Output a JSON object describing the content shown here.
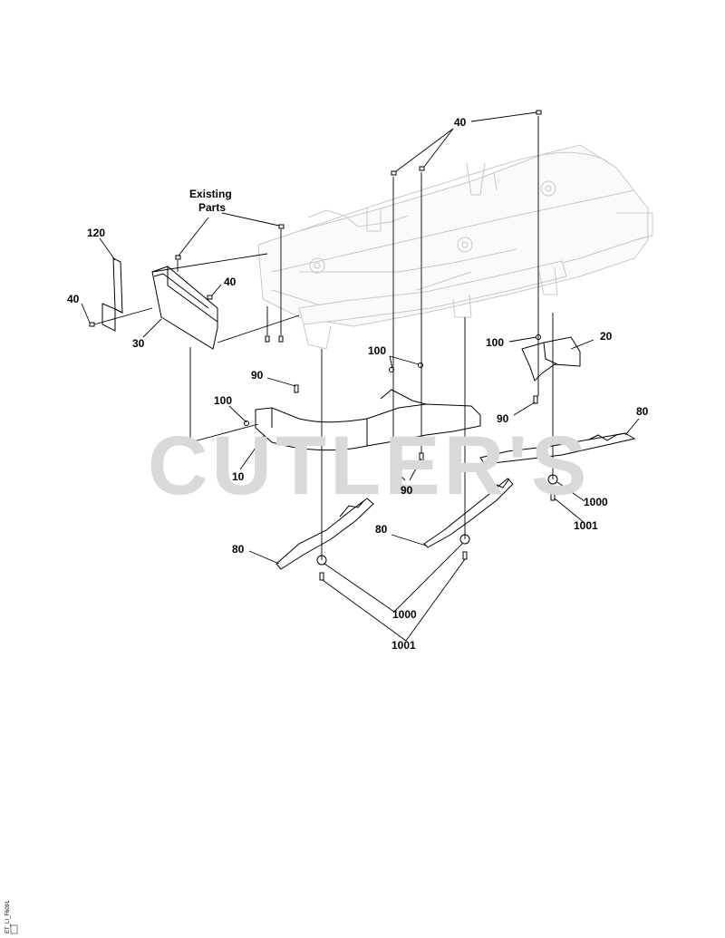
{
  "watermark": "CUTLER'S",
  "document_id": "ET_LI_F6091",
  "callouts": {
    "existing_parts_1": "Existing",
    "existing_parts_2": "Parts",
    "p120": "120",
    "p40_left": "40",
    "p40_center": "40",
    "p40_top": "40",
    "p30": "30",
    "p90_upper": "90",
    "p100_left": "100",
    "p10": "10",
    "p100_center": "100",
    "p90_center": "90",
    "p100_right": "100",
    "p20": "20",
    "p90_right": "90",
    "p80_right": "80",
    "p1000_right": "1000",
    "p1001_right": "1001",
    "p80_center": "80",
    "p80_left": "80",
    "p1000_bottom": "1000",
    "p1001_bottom": "1001"
  }
}
